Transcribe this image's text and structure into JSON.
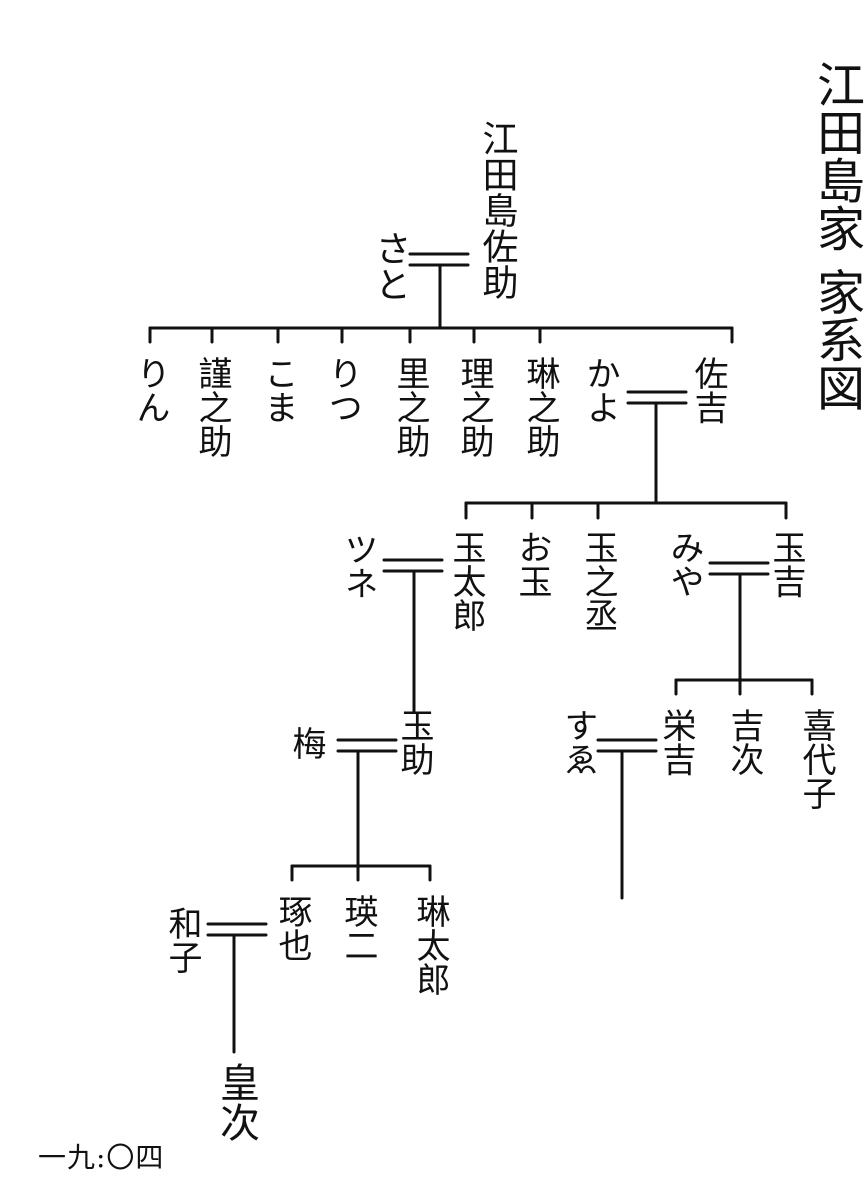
{
  "title": "江田島家 家系図",
  "footer": "一九:〇四",
  "generation1": {
    "husband": "江田島佐助",
    "wife": "さと"
  },
  "generation2": {
    "children": [
      "りん",
      "謹之助",
      "こま",
      "りつ",
      "里之助",
      "理之助",
      "琳之助"
    ],
    "heir": "佐吉",
    "heir_wife": "かよ"
  },
  "generation3": {
    "taro": "玉太郎",
    "taro_wife": "ツネ",
    "otama": "お玉",
    "tama_nosuke": "玉之丞",
    "tamakichi": "玉吉",
    "tamakichi_wife": "みや"
  },
  "generation4": {
    "tamasuke": "玉助",
    "tamasuke_wife": "梅",
    "eikichi": "栄吉",
    "eikichi_wife": "すゑ",
    "kichiji": "吉次",
    "kiyoko": "喜代子"
  },
  "generation5": {
    "takuya": "琢也",
    "takuya_wife": "和子",
    "eiji": "瑛二",
    "rintaro": "琳太郎"
  },
  "generation6": {
    "koji": "皇次"
  }
}
